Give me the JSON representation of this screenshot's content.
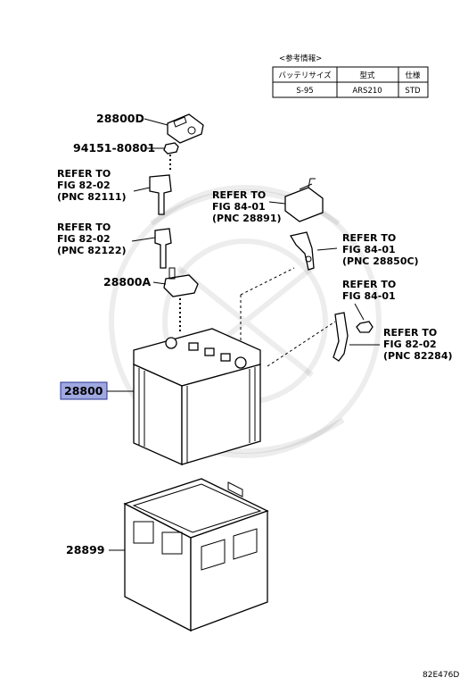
{
  "reference_table": {
    "title": "<参考情報>",
    "headers": [
      "バッテリサイズ",
      "型式",
      "仕様"
    ],
    "row": [
      "S-95",
      "ARS210",
      "STD"
    ]
  },
  "parts": {
    "p28800D": "28800D",
    "p94151": "94151-80801",
    "p28800A": "28800A",
    "p28800": "28800",
    "p28899": "28899"
  },
  "refs": {
    "r1": [
      "REFER TO",
      "FIG 82-02",
      "(PNC 82111)"
    ],
    "r2": [
      "REFER TO",
      "FIG 82-02",
      "(PNC 82122)"
    ],
    "r3": [
      "REFER TO",
      "FIG 84-01",
      "(PNC 28891)"
    ],
    "r4": [
      "REFER TO",
      "FIG 84-01",
      "(PNC 28850C)"
    ],
    "r5": [
      "REFER TO",
      "FIG 84-01"
    ],
    "r6": [
      "REFER TO",
      "FIG 82-02",
      "(PNC 82284)"
    ]
  },
  "figure_id": "82E476D",
  "colors": {
    "highlight": "#9fa8e0",
    "highlight_border": "#2a3590"
  }
}
